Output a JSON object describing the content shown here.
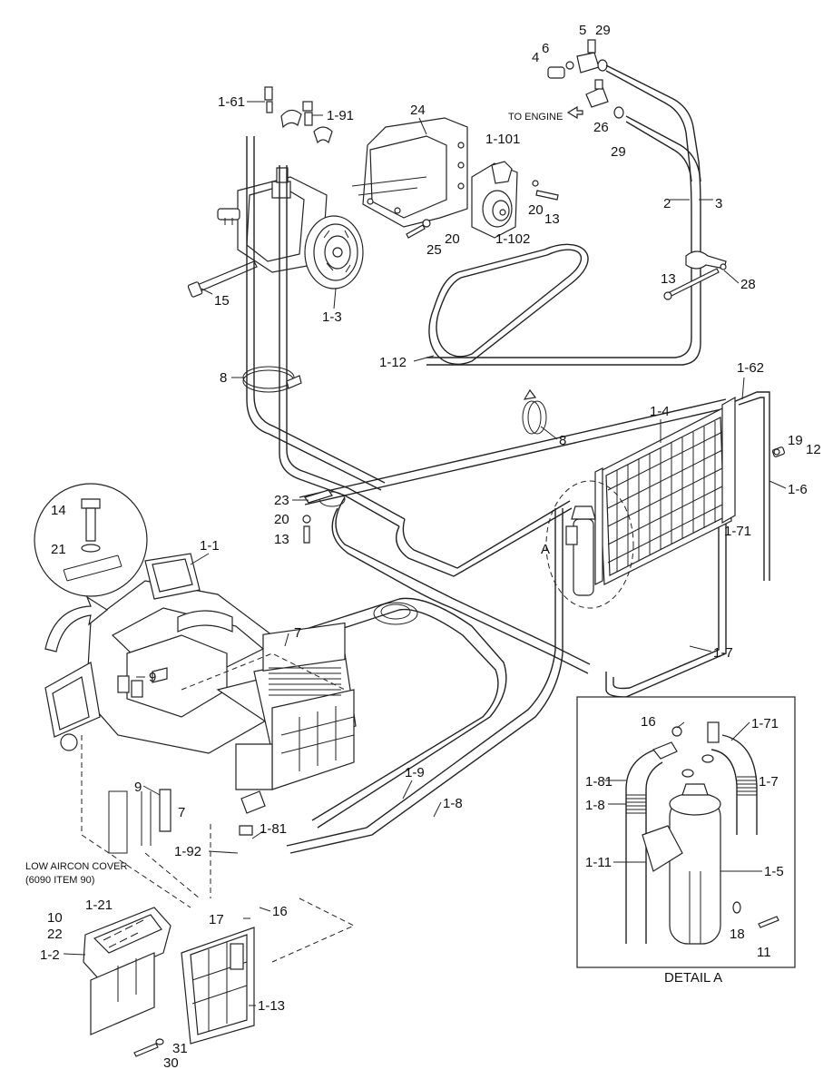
{
  "callouts": {
    "c1_61": "1-61",
    "c1_91": "1-91",
    "c24": "24",
    "c4": "4",
    "c6": "6",
    "c5": "5",
    "c29a": "29",
    "c26": "26",
    "c29b": "29",
    "c1_101": "1-101",
    "c20a": "20",
    "c13a": "13",
    "c1_102": "1-102",
    "c25": "25",
    "c20b": "20",
    "c2": "2",
    "c3": "3",
    "c13b": "13",
    "c28": "28",
    "c15": "15",
    "c1_3": "1-3",
    "c1_12": "1-12",
    "c8a": "8",
    "c8b": "8",
    "c1_62": "1-62",
    "c1_4": "1-4",
    "c19": "19",
    "c12": "12",
    "c1_6": "1-6",
    "c23": "23",
    "c20c": "20",
    "c13c": "13",
    "c14": "14",
    "c21": "21",
    "cA": "A",
    "c1_71a": "1-71",
    "c1_1": "1-1",
    "c1_7a": "1-7",
    "c7a": "7",
    "c9a": "9",
    "c9b": "9",
    "c7b": "7",
    "c1_9": "1-9",
    "c1_8a": "1-8",
    "c1_81a": "1-81",
    "c1_92": "1-92",
    "c17": "17",
    "c16a": "16",
    "c10": "10",
    "c1_21": "1-21",
    "c22": "22",
    "c1_2": "1-2",
    "c1_13": "1-13",
    "c31": "31",
    "c30": "30",
    "c16b": "16",
    "c1_71b": "1-71",
    "c1_81b": "1-81",
    "c1_7b": "1-7",
    "c1_8b": "1-8",
    "c1_11": "1-11",
    "c1_5": "1-5",
    "c18": "18",
    "c11": "11"
  },
  "notes": {
    "to_engine": "TO ENGINE",
    "low_cover_line1": "LOW AIRCON COVER",
    "low_cover_line2": "(6090 ITEM 90)",
    "detail_title": "DETAIL A"
  }
}
